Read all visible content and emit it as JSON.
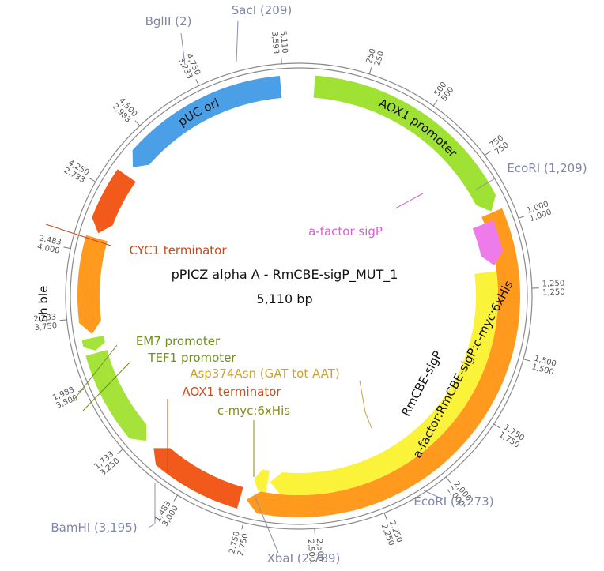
{
  "plasmid": {
    "name": "pPICZ alpha A - RmCBE-sigP_MUT_1",
    "size_label": "5,110 bp",
    "length": 5110
  },
  "sites": [
    {
      "label": "BglII (2)",
      "pos": 2
    },
    {
      "label": "SacI (209)",
      "pos": 209
    },
    {
      "label": "EcoRI (1,209)",
      "pos": 1209
    },
    {
      "label": "EcoRI (2,273)",
      "pos": 2273
    },
    {
      "label": "XbaI (2,789)",
      "pos": 2789
    },
    {
      "label": "BamHI (3,195)",
      "pos": 3195
    }
  ],
  "features": [
    {
      "name": "AOX1 promoter",
      "start": 60,
      "end": 940,
      "strand": 1,
      "color": "#9fe234",
      "label_color": "#111111"
    },
    {
      "name": "a-factor:RmCBE-sigP:c-myc:6xHis",
      "start": 945,
      "end": 2760,
      "strand": 1,
      "color": "#ff9a1f",
      "label_color": "#111111"
    },
    {
      "name": "a-factor sigP",
      "start": 975,
      "end": 1150,
      "strand": 1,
      "color": "#ee7bea",
      "label_color": "#d65fd0"
    },
    {
      "name": "RmCBE-sigP",
      "start": 1175,
      "end": 2680,
      "strand": 1,
      "color": "#fbf23a",
      "label_color": "#111111"
    },
    {
      "name": "c-myc:6xHis",
      "start": 2690,
      "end": 2750,
      "strand": 1,
      "color": "#fbf23a",
      "label_color": "#8a8a1a"
    },
    {
      "name": "AOX1 terminator",
      "start": 2785,
      "end": 3175,
      "strand": 1,
      "color": "#f25a1c",
      "label_color": "#c94a1a"
    },
    {
      "name": "TEF1 promoter",
      "start": 3215,
      "end": 3610,
      "strand": -1,
      "color": "#a5e23a",
      "label_color": "#6f8f1f"
    },
    {
      "name": "EM7 promoter",
      "start": 3620,
      "end": 3670,
      "strand": -1,
      "color": "#a5e23a",
      "label_color": "#6f8f1f"
    },
    {
      "name": "Sh ble",
      "start": 3685,
      "end": 4060,
      "strand": -1,
      "color": "#ff9a1f",
      "label_color": "#111111"
    },
    {
      "name": "CYC1 terminator",
      "start": 4080,
      "end": 4330,
      "strand": -1,
      "color": "#f25a1c",
      "label_color": "#c94a1a"
    },
    {
      "name": "pUC ori",
      "start": 4370,
      "end": 5040,
      "strand": -1,
      "color": "#4a9fe6",
      "label_color": "#111111"
    }
  ],
  "annotations": [
    {
      "text": "Asp374Asn (GAT tot AAT)",
      "pos": 2540,
      "color": "#c8a23a"
    }
  ],
  "ticks": [
    {
      "outer": "250",
      "inner": "250",
      "pos": 250
    },
    {
      "outer": "500",
      "inner": "500",
      "pos": 500
    },
    {
      "outer": "750",
      "inner": "750",
      "pos": 750
    },
    {
      "outer": "1,000",
      "inner": "1,000",
      "pos": 1000
    },
    {
      "outer": "1,250",
      "inner": "1,250",
      "pos": 1250
    },
    {
      "outer": "1,500",
      "inner": "1,500",
      "pos": 1500
    },
    {
      "outer": "1,750",
      "inner": "1,750",
      "pos": 1750
    },
    {
      "outer": "2,000",
      "inner": "2,000",
      "pos": 2000
    },
    {
      "outer": "2,250",
      "inner": "2,250",
      "pos": 2250
    },
    {
      "outer": "2,500",
      "inner": "2,500",
      "pos": 2500
    },
    {
      "outer": "2,750",
      "inner": "2,750",
      "pos": 2750
    },
    {
      "outer": "1,483",
      "inner": "3,000",
      "pos": 3000
    },
    {
      "outer": "1,733",
      "inner": "3,250",
      "pos": 3250
    },
    {
      "outer": "1,983",
      "inner": "3,500",
      "pos": 3500
    },
    {
      "outer": "2,233",
      "inner": "3,750",
      "pos": 3750
    },
    {
      "outer": "2,483",
      "inner": "4,000",
      "pos": 4000
    },
    {
      "outer": "4,250",
      "inner": "2,733",
      "pos": 4250
    },
    {
      "outer": "4,500",
      "inner": "2,983",
      "pos": 4500
    },
    {
      "outer": "4,750",
      "inner": "3,233",
      "pos": 4750
    },
    {
      "outer": "5,110",
      "inner": "3,593",
      "pos": 5050
    }
  ]
}
